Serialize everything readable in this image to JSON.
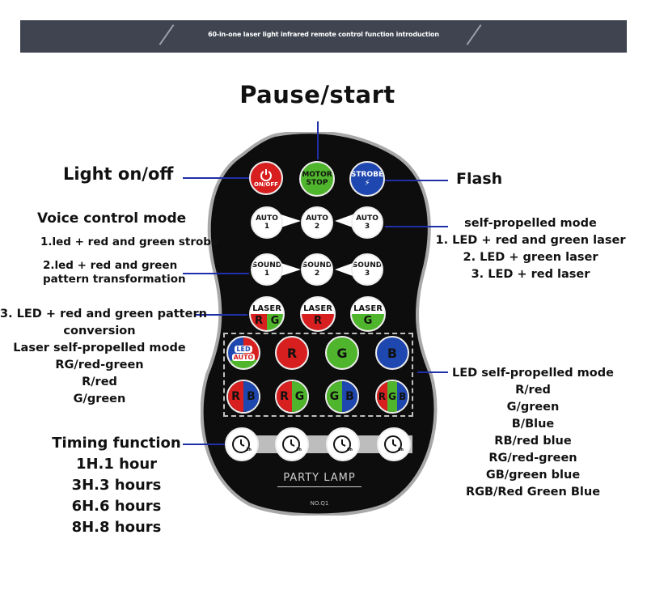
{
  "banner": {
    "title": "60-in-one laser light infrared remote control function introduction"
  },
  "headline": "Pause/start",
  "labels": {
    "light_onoff": "Light on/off",
    "flash": "Flash",
    "voice_title": "Voice control mode",
    "voice_1": "1.led + red and green strobe",
    "voice_2a": "2.led + red and green",
    "voice_2b": "pattern transformation",
    "voice_3a": "3. LED + red and green pattern",
    "voice_3b": "conversion",
    "laser_title": "Laser self-propelled mode",
    "laser_rg": "RG/red-green",
    "laser_r": "R/red",
    "laser_g": "G/green",
    "timing_title": "Timing function",
    "timing": [
      "1H.1 hour",
      "3H.3 hours",
      "6H.6 hours",
      "8H.8 hours"
    ],
    "self_title": "self-propelled mode",
    "self_lines": [
      "1. LED + red and green laser",
      "2. LED + green laser",
      "3. LED + red laser"
    ],
    "led_title": "LED self-propelled mode",
    "led_lines": [
      "R/red",
      "G/green",
      "B/Blue",
      "RB/red blue",
      "RG/red-green",
      "GB/green blue",
      "RGB/Red Green Blue"
    ]
  },
  "remote": {
    "onoff_label": "ON/OFF",
    "motor_label": "MOTOR\nSTOP",
    "strobe_label": "STROBE",
    "auto": [
      "AUTO\n1",
      "AUTO\n2",
      "AUTO\n3"
    ],
    "sound": [
      "SOUND\n1",
      "SOUND\n2",
      "SOUND\n3"
    ],
    "laser_top": "LASER",
    "laser_rg": [
      "R",
      "G"
    ],
    "laser_r": "R",
    "laser_g": "G",
    "led_auto_top": "LED",
    "led_auto_bottom": "AUTO",
    "r": "R",
    "g": "G",
    "b": "B",
    "timer_labels": [
      "1h",
      "3h",
      "6h",
      "8h"
    ],
    "brand": "PARTY LAMP",
    "model": "NO.Q1"
  },
  "colors": {
    "banner": "#3f4450",
    "leader_line": "#1f2fa8",
    "red": "#d71f1f",
    "green": "#4fb52c",
    "blue": "#1f47b0",
    "body": "#0d0d0d"
  }
}
